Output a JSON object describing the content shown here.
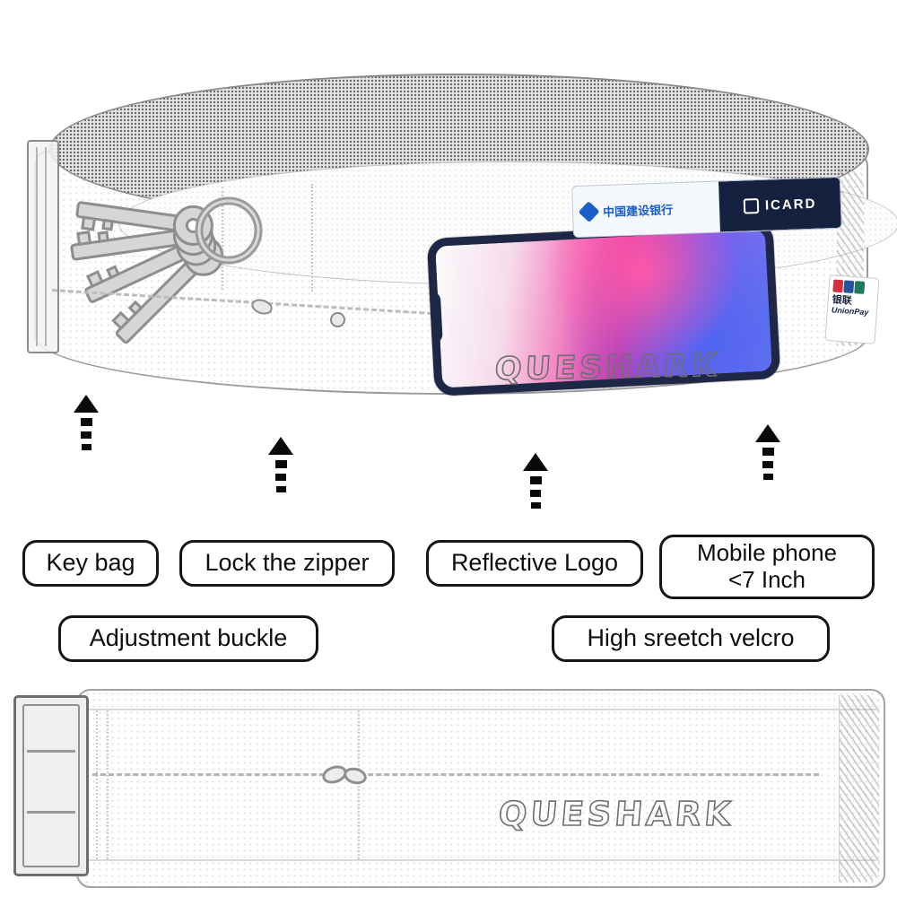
{
  "brand": {
    "top_logo": "QUESHARK",
    "bottom_logo": "QUESHARK"
  },
  "callouts": {
    "key_bag": "Key bag",
    "lock_the_zipper": "Lock the zipper",
    "reflective_logo": "Reflective Logo",
    "mobile_phone_line1": "Mobile phone",
    "mobile_phone_line2": "<7 Inch",
    "adjustment_buckle": "Adjustment buckle",
    "high_stretch_velcro": "High sreetch velcro"
  },
  "pocket_items": {
    "bank_card_name": "中国建设银行",
    "icard_label": "ICARD",
    "unionpay_cn": "银联",
    "unionpay_en": "UnionPay"
  },
  "colors": {
    "accent_pink": "#ee2f9c",
    "accent_blue": "#4a66f0",
    "card_navy": "#16213f",
    "ccb_blue": "#1a5fc8",
    "unionpay_red": "#d6303f",
    "unionpay_blue": "#24549c",
    "unionpay_green": "#1e7a5a"
  }
}
